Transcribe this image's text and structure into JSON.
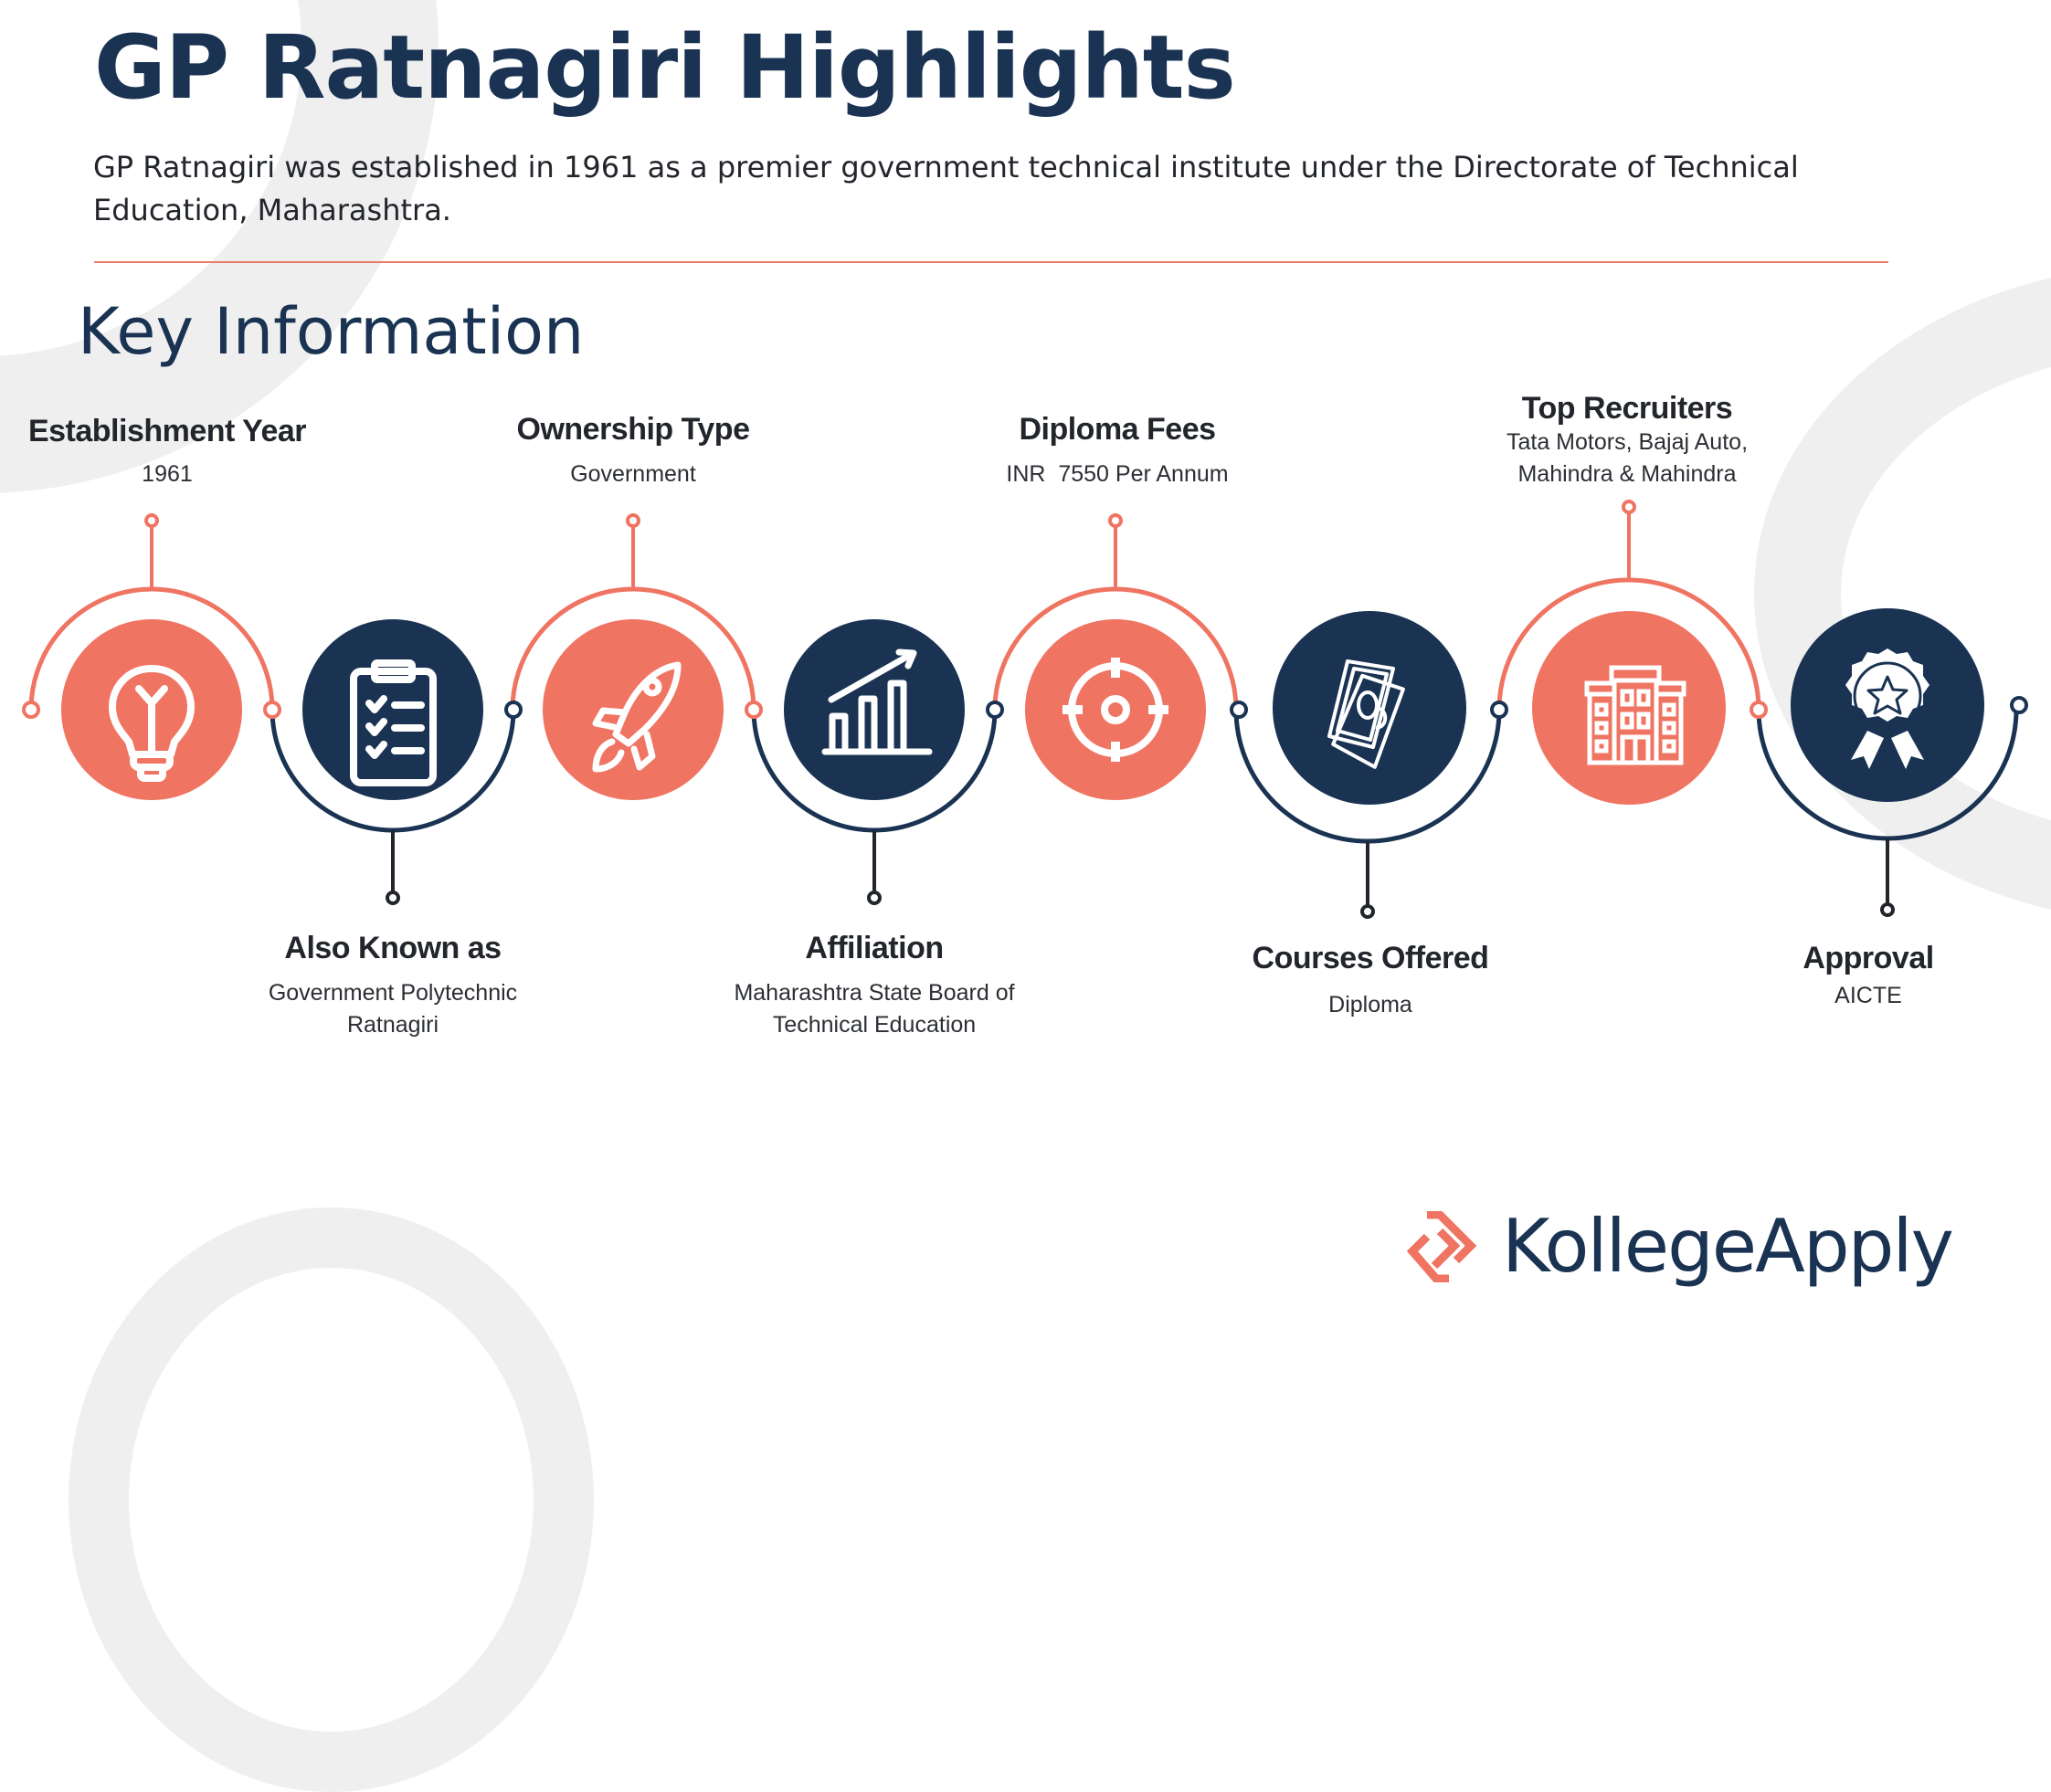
{
  "header": {
    "title": "GP Ratnagiri Highlights",
    "description": " GP Ratnagiri was established in 1961 as a premier government technical institute under the Directorate of Technical Education, Maharashtra."
  },
  "section": {
    "title": "Key Information"
  },
  "colors": {
    "coral": "#f07462",
    "navy": "#1a3353",
    "text": "#22252b",
    "divider": "#ea7a6a",
    "background_arc": "#efefef"
  },
  "items": [
    {
      "heading": "Establishment Year",
      "value": "1961",
      "icon": "lightbulb-icon",
      "position": "top",
      "color": "coral"
    },
    {
      "heading": "Also Known as",
      "value_lines": [
        "Government Polytechnic",
        "Ratnagiri"
      ],
      "icon": "clipboard-checklist-icon",
      "position": "bottom",
      "color": "navy"
    },
    {
      "heading": "Ownership Type",
      "value": "Government",
      "icon": "rocket-icon",
      "position": "top",
      "color": "coral"
    },
    {
      "heading": "Affiliation",
      "value_lines": [
        "Maharashtra State Board of",
        "Technical Education"
      ],
      "icon": "growth-chart-icon",
      "position": "bottom",
      "color": "navy"
    },
    {
      "heading": "Diploma Fees",
      "value": "INR  7550 Per Annum",
      "icon": "target-icon",
      "position": "top",
      "color": "coral"
    },
    {
      "heading": "Courses Offered",
      "value": "Diploma",
      "icon": "money-notes-icon",
      "position": "bottom",
      "color": "navy"
    },
    {
      "heading": "Top Recruiters",
      "value_lines": [
        "Tata Motors, Bajaj Auto,",
        "Mahindra & Mahindra"
      ],
      "icon": "building-icon",
      "position": "top",
      "color": "coral"
    },
    {
      "heading": "Approval",
      "value": "AICTE",
      "icon": "award-badge-icon",
      "position": "bottom",
      "color": "navy"
    }
  ],
  "brand": {
    "name": "KollegeApply",
    "icon": "chevron-logo-icon"
  }
}
